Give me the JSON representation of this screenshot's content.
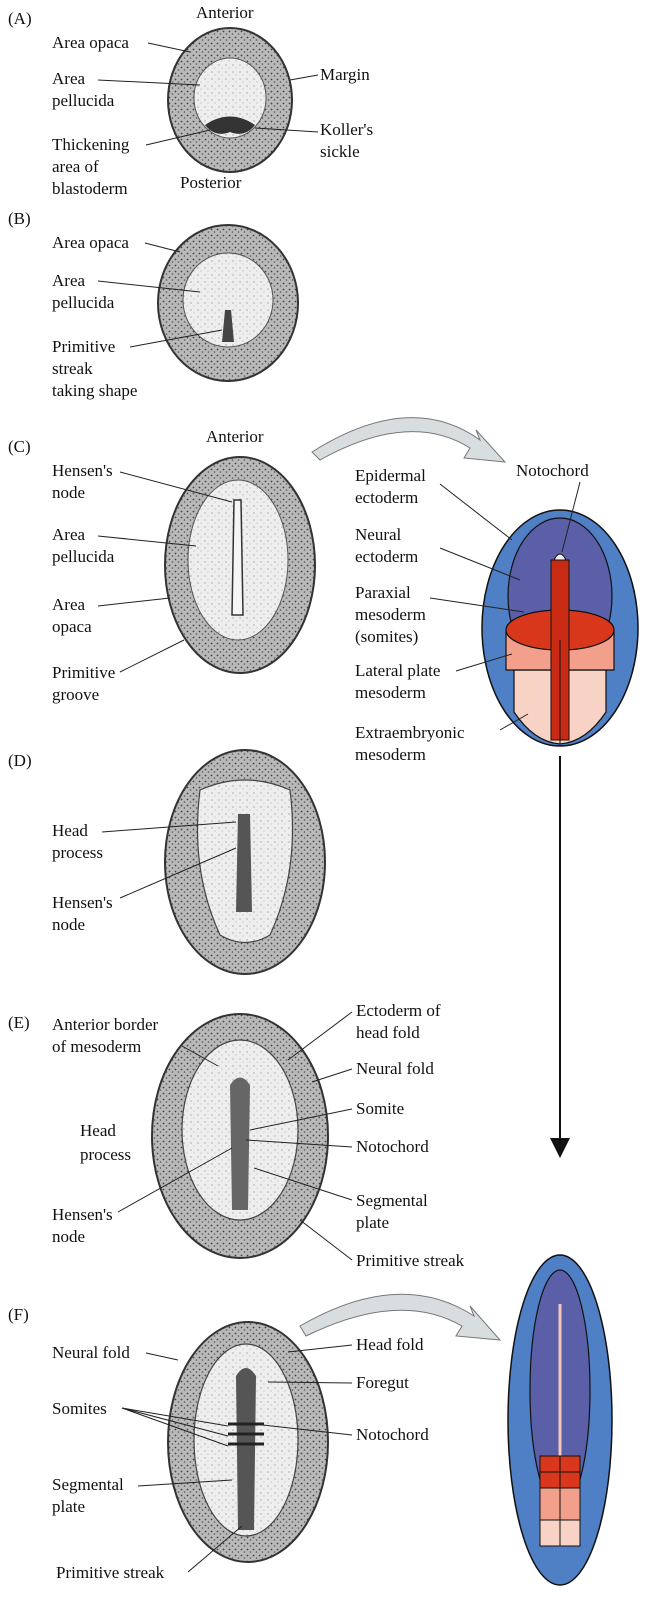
{
  "panels": {
    "A": {
      "letter": "(A)",
      "anterior": "Anterior",
      "posterior": "Posterior",
      "area_opaca": "Area opaca",
      "area_pellucida": [
        "Area",
        "pellucida"
      ],
      "thickening": [
        "Thickening",
        "area of",
        "blastoderm"
      ],
      "margin": "Margin",
      "kollers_sickle": [
        "Koller's",
        "sickle"
      ]
    },
    "B": {
      "letter": "(B)",
      "area_opaca": "Area opaca",
      "area_pellucida": [
        "Area",
        "pellucida"
      ],
      "primitive_streak": [
        "Primitive",
        "streak",
        "taking shape"
      ]
    },
    "C": {
      "letter": "(C)",
      "anterior": "Anterior",
      "hensens_node": [
        "Hensen's",
        "node"
      ],
      "area_pellucida": [
        "Area",
        "pellucida"
      ],
      "area_opaca": [
        "Area",
        "opaca"
      ],
      "primitive_groove": [
        "Primitive",
        "groove"
      ]
    },
    "C_map": {
      "notochord": "Notochord",
      "epidermal_ectoderm": [
        "Epidermal",
        "ectoderm"
      ],
      "neural_ectoderm": [
        "Neural",
        "ectoderm"
      ],
      "paraxial_mesoderm": [
        "Paraxial",
        "mesoderm",
        "(somites)"
      ],
      "lateral_plate": [
        "Lateral plate",
        "mesoderm"
      ],
      "extraembryonic": [
        "Extraembryonic",
        "mesoderm"
      ]
    },
    "D": {
      "letter": "(D)",
      "head_process": [
        "Head",
        "process"
      ],
      "hensens_node": [
        "Hensen's",
        "node"
      ]
    },
    "E": {
      "letter": "(E)",
      "anterior_border": [
        "Anterior border",
        "of mesoderm"
      ],
      "head_process": [
        "Head",
        "process"
      ],
      "hensens_node": [
        "Hensen's",
        "node"
      ],
      "ectoderm_head_fold": [
        "Ectoderm of",
        "head fold"
      ],
      "neural_fold": "Neural fold",
      "somite": "Somite",
      "notochord": "Notochord",
      "segmental_plate": [
        "Segmental",
        "plate"
      ],
      "primitive_streak": "Primitive streak"
    },
    "F": {
      "letter": "(F)",
      "neural_fold": "Neural fold",
      "somites": "Somites",
      "segmental_plate": [
        "Segmental",
        "plate"
      ],
      "primitive_streak": "Primitive streak",
      "head_fold": "Head fold",
      "foregut": "Foregut",
      "notochord": "Notochord"
    }
  },
  "colors": {
    "epidermal": "#4f7fc4",
    "neural": "#5a5fa8",
    "paraxial": "#d9371c",
    "lateral": "#f2a08b",
    "extraembryonic": "#f8d2c4",
    "notochord": "#c82a14",
    "arrow_gray": "#d8dde0",
    "ink": "#111111"
  }
}
